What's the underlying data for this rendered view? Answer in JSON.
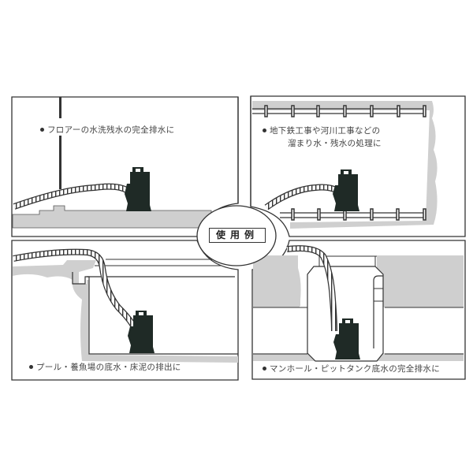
{
  "title": "使用例",
  "panels": [
    {
      "id": "floor",
      "position": "top-left",
      "caption": "フロアーの水洗残水の完全排水に"
    },
    {
      "id": "subway-river",
      "position": "top-right",
      "caption_line1": "地下鉄工事や河川工事などの",
      "caption_line2": "溜まり水・残水の処理に"
    },
    {
      "id": "pool-fishfarm",
      "position": "bottom-left",
      "caption": "プール・養魚場の底水・床泥の排出に"
    },
    {
      "id": "manhole-pit",
      "position": "bottom-right",
      "caption": "マンホール・ピットタンク底水の完全排水に"
    }
  ],
  "colors": {
    "line": "#333333",
    "pump": "#1f2a26",
    "earth": "#c8c8c8",
    "background": "#ffffff"
  }
}
